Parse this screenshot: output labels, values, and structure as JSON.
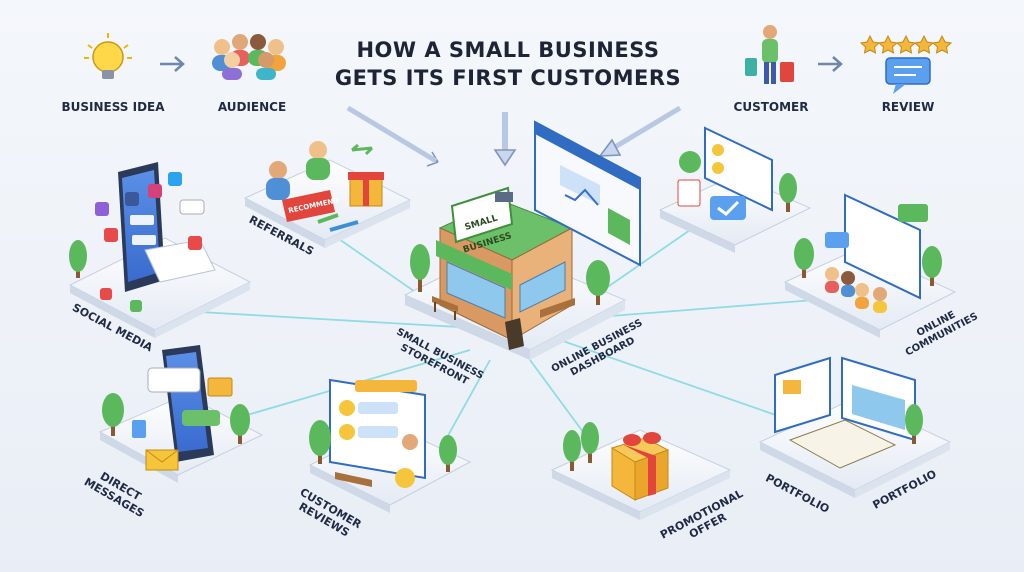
{
  "title": {
    "line1": "HOW A SMALL BUSINESS",
    "line2": "GETS ITS FIRST CUSTOMERS"
  },
  "flow": {
    "business_idea": "BUSINESS IDEA",
    "audience": "AUDIENCE",
    "customer": "CUSTOMER",
    "review": "REVIEW"
  },
  "center": {
    "sign_line1": "SMALL",
    "sign_line2": "BUSINESS",
    "label": "SMALL BUSINESS\nSTOREFRONT"
  },
  "nodes": {
    "referrals": "REFERRALS",
    "recommend_tag": "RECOMMEND",
    "social_media": "SOCIAL MEDIA",
    "direct_messages": "DIRECT\nMESSAGES",
    "customer_reviews": "CUSTOMER\nREVIEWS",
    "promotional_offer": "PROMOTIONAL\nOFFER",
    "online_business_dashboard": "ONLINE BUSINESS\nDASHBOARD",
    "online_communities": "ONLINE\nCOMMUNITIES",
    "portfolio_left": "PORTFOLIO",
    "portfolio_right": "PORTFOLIO"
  },
  "colors": {
    "accent_green": "#5cb85c",
    "connector": "#7fd6e0",
    "platform": "#f7f9fd",
    "label_text": "#1f2a44",
    "gift_gold": "#f5b73b",
    "gift_red": "#e2453c"
  },
  "icons": [
    "lightbulb-icon",
    "people-group-icon",
    "shopping-customer-icon",
    "five-stars-icon",
    "chat-bubble-icon",
    "smartphone-icon",
    "envelope-icon",
    "gift-box-icon",
    "storefront-icon",
    "browser-window-icon",
    "tree-icon",
    "bench-icon"
  ]
}
